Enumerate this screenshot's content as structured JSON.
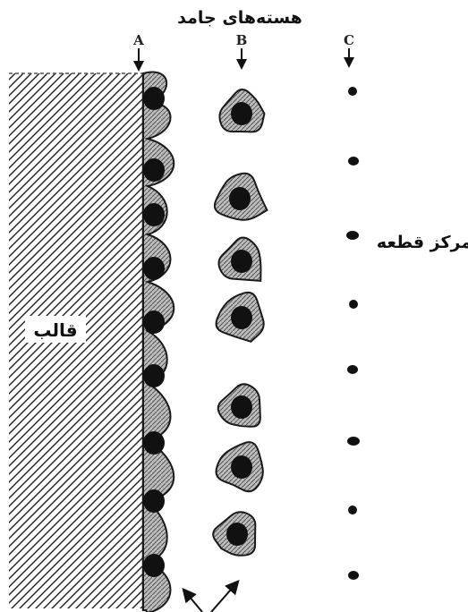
{
  "labels": {
    "title": "هسته‌های جامد",
    "mold": "قالب",
    "center": "مرکز قطعه"
  },
  "columns": [
    "A",
    "B",
    "C"
  ],
  "colors": {
    "ink": "#1a1a1a",
    "shell": "#9a9a9a",
    "core": "#111111",
    "background": "#ffffff"
  }
}
